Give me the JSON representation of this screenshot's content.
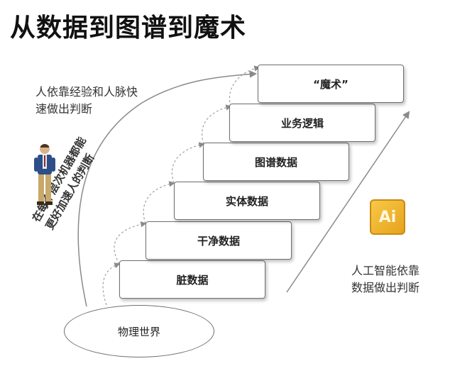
{
  "title": "从数据到图谱到魔术",
  "steps": [
    "脏数据",
    "干净数据",
    "实体数据",
    "图谱数据",
    "业务逻辑",
    "“魔术”"
  ],
  "human_note": [
    "人依靠经验和人脉快",
    "速做出判断"
  ],
  "rotated_note": [
    "在每个层次机器都能",
    "更好加速人的判断"
  ],
  "world_label": "物理世界",
  "ai_logo_text": "Ai",
  "ai_note": [
    "人工智能依靠",
    "数据做出判断"
  ]
}
